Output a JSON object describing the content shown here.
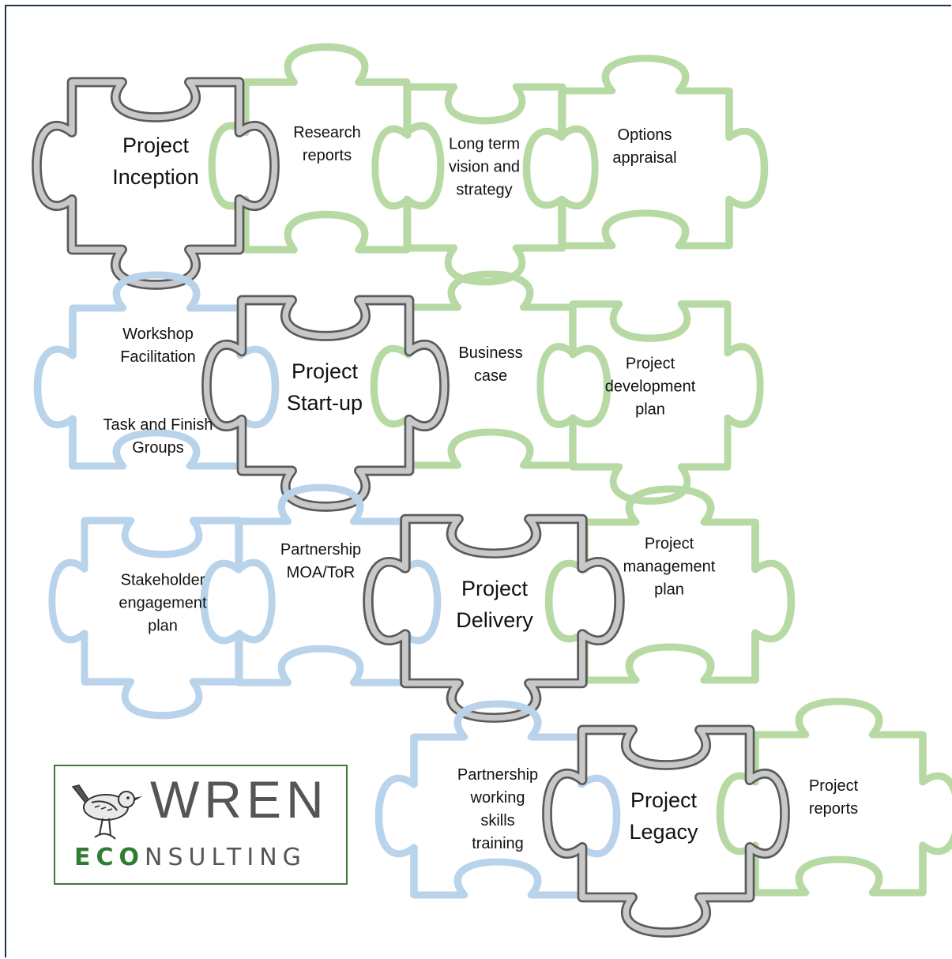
{
  "colors": {
    "grey": "#7f7f7f",
    "green": "#b7d9a3",
    "blue": "#b9d3ea",
    "frame": "#1f3356",
    "logo_green": "#2e7d32",
    "logo_grey": "#555555"
  },
  "pieces": {
    "research_reports": "Research\nreports",
    "long_term_vision": "Long term\nvision and\nstrategy",
    "options_appraisal": "Options\nappraisal",
    "project_inception": "Project\nInception",
    "workshop_facilitation": "Workshop\nFacilitation",
    "task_and_finish": "Task and Finish\nGroups",
    "project_startup": "Project\nStart-up",
    "business_case": "Business\ncase",
    "project_development_plan": "Project\ndevelopment\nplan",
    "stakeholder_engagement": "Stakeholder\nengagement\nplan",
    "partnership_moa": "Partnership\nMOA/ToR",
    "project_delivery": "Project\nDelivery",
    "project_management_plan": "Project\nmanagement\nplan",
    "partnership_training": "Partnership\nworking\nskills\ntraining",
    "project_legacy": "Project\nLegacy",
    "project_reports": "Project\nreports"
  },
  "logo": {
    "wren": "WREN",
    "eco": "ECO",
    "nsulting": "NSULTING",
    "bird_icon": "wren-bird-icon"
  }
}
